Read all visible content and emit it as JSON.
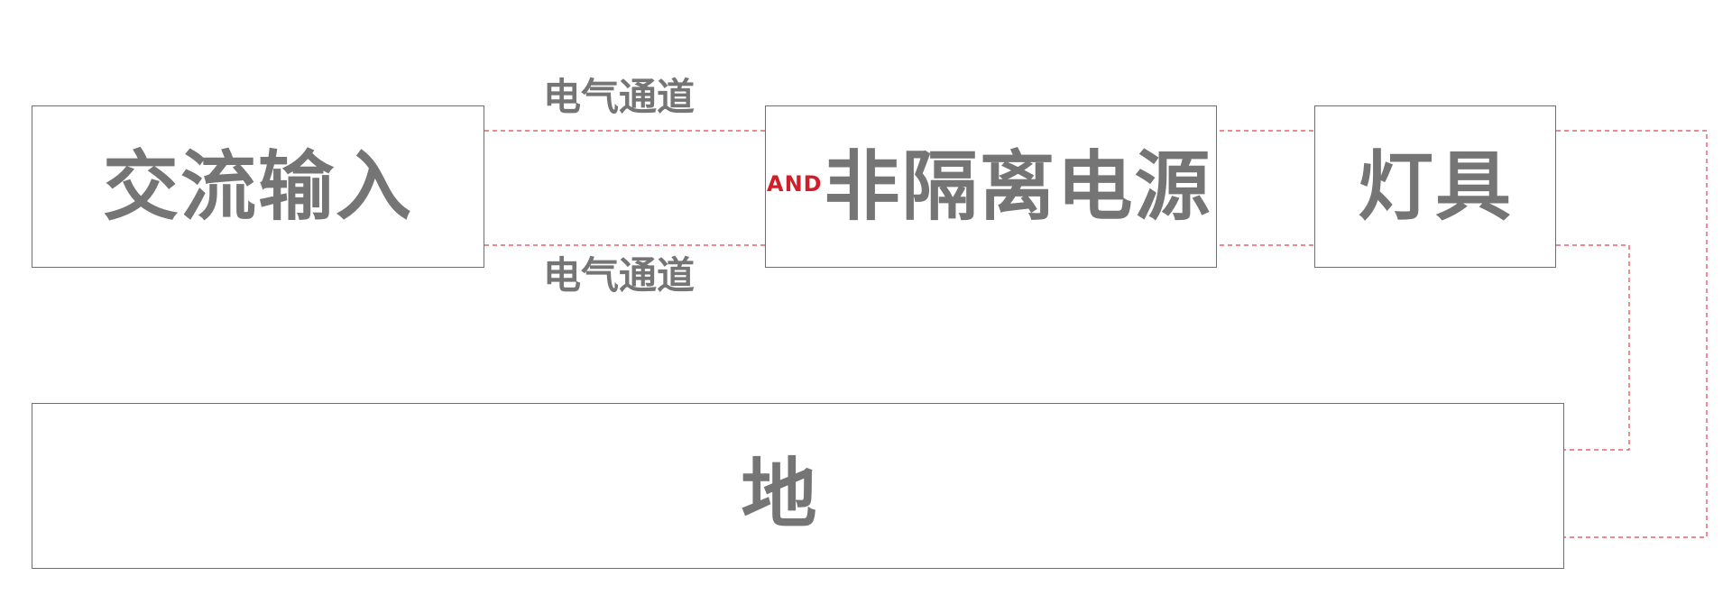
{
  "blocks": {
    "ac_input": "交流输入",
    "power_supply": "非隔离电源",
    "lamp": "灯具",
    "ground": "地"
  },
  "channels": {
    "top": "电气通道",
    "bottom": "电气通道"
  },
  "gate_label": "AND",
  "colors": {
    "wire": "#e0444e",
    "box_border": "#6f6f6f",
    "text": "#757575",
    "gate_text": "#d01f2a"
  }
}
